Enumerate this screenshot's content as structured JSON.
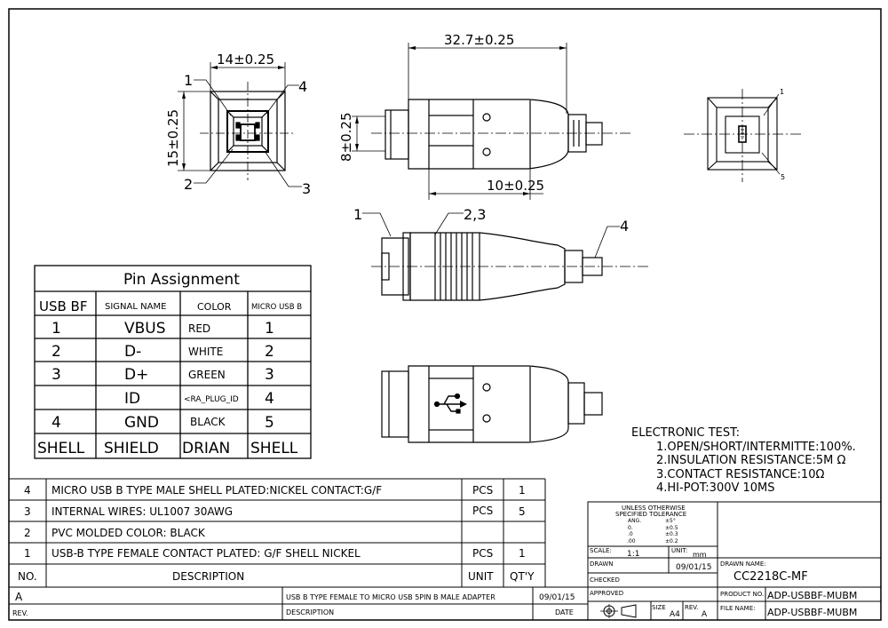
{
  "dimensions": {
    "width_front": "14±0.25",
    "height_front": "15±0.25",
    "overall_length": "32.7±0.25",
    "body_height": "8±0.25",
    "plug_length": "10±0.25"
  },
  "callouts": {
    "front_1": "1",
    "front_2": "2",
    "front_3": "3",
    "front_4": "4",
    "side_1": "1",
    "side_23": "2,3",
    "side_4": "4",
    "end_1": "1",
    "end_5": "5"
  },
  "pin_table": {
    "title": "Pin Assignment",
    "headers": [
      "USB BF",
      "SIGNAL NAME",
      "COLOR",
      "MICRO USB B"
    ],
    "rows": [
      [
        "1",
        "VBUS",
        "RED",
        "1"
      ],
      [
        "2",
        "D-",
        "WHITE",
        "2"
      ],
      [
        "3",
        "D+",
        "GREEN",
        "3"
      ],
      [
        "",
        "ID",
        "<RA_PLUG_ID",
        "4"
      ],
      [
        "4",
        "GND",
        "BLACK",
        "5"
      ],
      [
        "SHELL",
        "SHIELD",
        "DRIAN",
        "SHELL"
      ]
    ]
  },
  "electronic_test": {
    "title": "ELECTRONIC TEST:",
    "items": [
      "1.OPEN/SHORT/INTERMITTE:100%.",
      "2.INSULATION RESISTANCE:5M Ω",
      "3.CONTACT RESISTANCE:10Ω",
      "4.HI-POT:300V 10MS"
    ]
  },
  "bom": {
    "rows": [
      {
        "no": "4",
        "desc": "MICRO   USB B TYPE MALE SHELL PLATED:NICKEL CONTACT:G/F",
        "unit": "PCS",
        "qty": "1"
      },
      {
        "no": "3",
        "desc": "INTERNAL WIRES: UL1007 30AWG",
        "unit": "PCS",
        "qty": "5"
      },
      {
        "no": "2",
        "desc": "PVC MOLDED COLOR: BLACK",
        "unit": "",
        "qty": ""
      },
      {
        "no": "1",
        "desc": "USB-B TYPE FEMALE  CONTACT PLATED: G/F SHELL NICKEL",
        "unit": "PCS",
        "qty": "1"
      }
    ],
    "header": {
      "no": "NO.",
      "desc": "DESCRIPTION",
      "unit": "UNIT",
      "qty": "QT'Y"
    }
  },
  "revision": {
    "rev": "A",
    "description": "USB B TYPE FEMALE TO MICRO USB 5PIN B MALE ADAPTER",
    "date": "09/01/15",
    "rev_label": "REV.",
    "desc_label": "DESCRIPTION",
    "date_label": "DATE"
  },
  "title_block": {
    "tolerance_title_1": "UNLESS OTHERWISE",
    "tolerance_title_2": "SPECIFIED TOLERANCE",
    "tol_ang_label": "ANG.",
    "tol_ang": "±5°",
    "tol_0_label": "0.",
    "tol_0": "±0.5",
    "tol_1_label": ".0",
    "tol_1": "±0.3",
    "tol_2_label": ".00",
    "tol_2": "±0.2",
    "scale_label": "SCALE:",
    "scale": "1:1",
    "unit_label": "UNIT:",
    "unit": "mm",
    "drawn_label": "DRAWN",
    "drawn_by": "_",
    "drawn_date": "09/01/15",
    "checked_label": "CHECKED",
    "approved_label": "APPROVED",
    "size_label": "SIZE",
    "size": "A4",
    "rev_label": "REV.",
    "rev": "A",
    "drawn_name_label": "DRAWN NAME:",
    "drawn_name": "CC2218C-MF",
    "product_no_label": "PRODUCT NO.",
    "product_no": "ADP-USBBF-MUBM",
    "file_name_label": "FILE NAME:",
    "file_name": "ADP-USBBF-MUBM"
  }
}
